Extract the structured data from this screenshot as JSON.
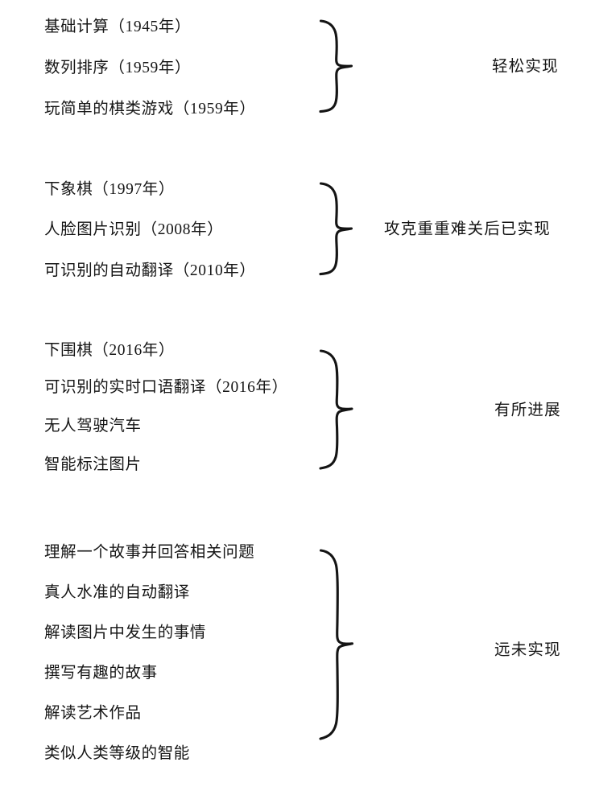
{
  "document": {
    "background_color": "#ffffff",
    "text_color": "#151515",
    "brace_color": "#141414",
    "language": "zh-CN"
  },
  "groups": [
    {
      "id": "group-easy",
      "label": "轻松实现",
      "items": [
        "基础计算（1945年）",
        "数列排序（1959年）",
        "玩简单的棋类游戏（1959年）"
      ]
    },
    {
      "id": "group-achieved-with-difficulty",
      "label": "攻克重重难关后已实现",
      "items": [
        "下象棋（1997年）",
        "人脸图片识别（2008年）",
        "可识别的自动翻译（2010年）"
      ]
    },
    {
      "id": "group-in-progress",
      "label": "有所进展",
      "items": [
        "下围棋（2016年）",
        "可识别的实时口语翻译（2016年）",
        "无人驾驶汽车",
        "智能标注图片"
      ]
    },
    {
      "id": "group-far-from-realized",
      "label": "远未实现",
      "items": [
        "理解一个故事并回答相关问题",
        "真人水准的自动翻译",
        "解读图片中发生的事情",
        "撰写有趣的故事",
        "解读艺术作品",
        "类似人类等级的智能"
      ]
    }
  ]
}
